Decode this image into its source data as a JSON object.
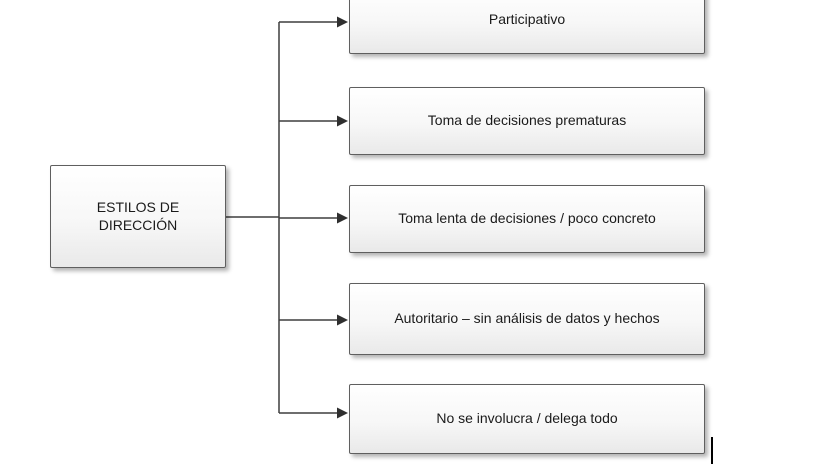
{
  "diagram": {
    "root": {
      "label": "ESTILOS DE DIRECCIÓN"
    },
    "children": [
      {
        "label": "Participativo"
      },
      {
        "label": "Toma de decisiones prematuras"
      },
      {
        "label": "Toma lenta de decisiones / poco concreto"
      },
      {
        "label": "Autoritario – sin análisis de datos y hechos"
      },
      {
        "label": "No se involucra / delega todo"
      }
    ],
    "colors": {
      "box_border": "#5f5f5f",
      "box_fill_top": "#ffffff",
      "box_fill_bottom": "#e9e9e9",
      "connector": "#3f3f3f",
      "arrowhead": "#2f2f2f",
      "text": "#1a1a1a",
      "background": "#ffffff"
    }
  }
}
